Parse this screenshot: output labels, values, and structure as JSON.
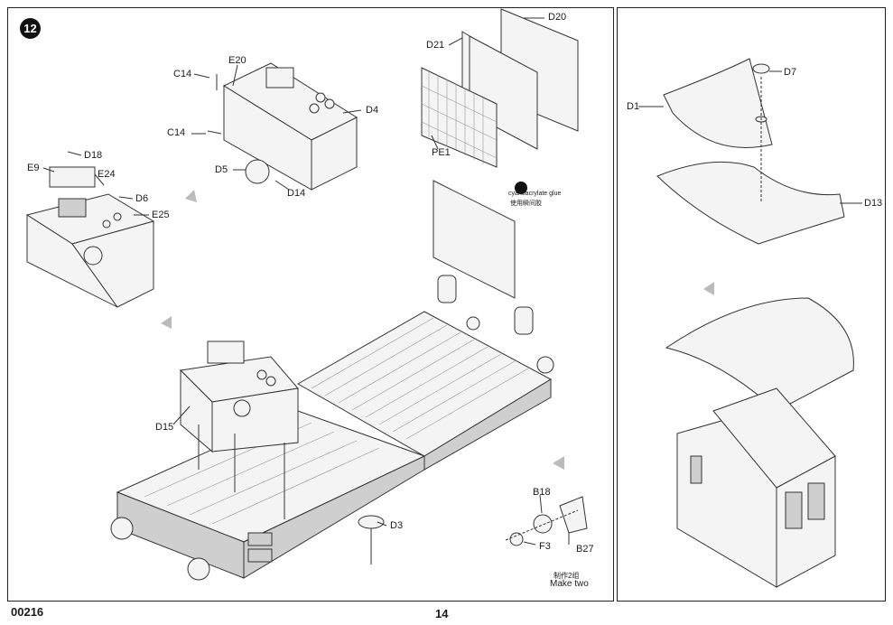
{
  "step_number": "12",
  "page_code": "00216",
  "page_number": "14",
  "labels": {
    "c14_a": "C14",
    "e20": "E20",
    "d4": "D4",
    "c14_b": "C14",
    "d5": "D5",
    "d14": "D14",
    "d18": "D18",
    "e9": "E9",
    "e24": "E24",
    "d6": "D6",
    "e25": "E25",
    "d21": "D21",
    "d20": "D20",
    "pe1": "PE1",
    "d15": "D15",
    "d3": "D3",
    "b18": "B18",
    "f3": "F3",
    "b27": "B27",
    "d1": "D1",
    "d7": "D7",
    "d13": "D13"
  },
  "notes": {
    "glue_en": "cyanoacrylate glue",
    "glue_cn": "使用瞬间胶",
    "make_two_cn": "制作2组",
    "make_two_en": "Make two"
  }
}
